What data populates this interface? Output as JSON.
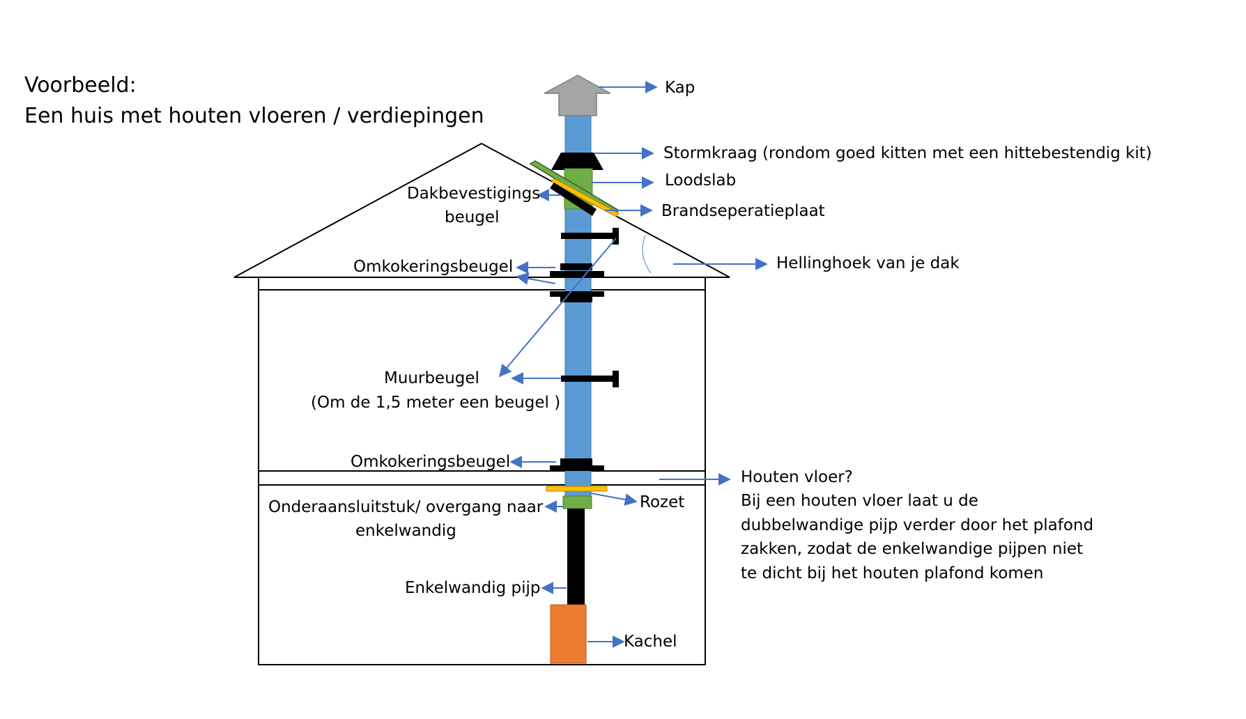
{
  "title": {
    "line1": "Voorbeeld:",
    "line2": "Een huis met houten vloeren / verdiepingen"
  },
  "labels": {
    "kap": "Kap",
    "stormkraag": "Stormkraag (rondom goed kitten met een hittebestendig kit)",
    "loodslab": "Loodslab",
    "dakbevestiging_1": "Dakbevestigings",
    "dakbevestiging_2": "beugel",
    "brandseperatieplaat": "Brandseperatieplaat",
    "omkokering_top": "Omkokeringsbeugel",
    "hellinghoek": "Hellinghoek van je dak",
    "muurbeugel_1": "Muurbeugel",
    "muurbeugel_2": "(Om de 1,5 meter een beugel )",
    "omkokering_bottom": "Omkokeringsbeugel",
    "rozet": "Rozet",
    "onderaansluit_1": "Onderaansluitstuk/ overgang naar",
    "onderaansluit_2": "enkelwandig",
    "enkelwandig": "Enkelwandig pijp",
    "kachel": "Kachel"
  },
  "note": {
    "line1": "Houten vloer?",
    "line2": "Bij een houten vloer laat u de",
    "line3": "dubbelwandige pijp verder door het plafond",
    "line4": "zakken, zodat de enkelwandige pijpen niet",
    "line5": "te dicht bij het houten plafond komen"
  },
  "colors": {
    "pipe": "#5b9bd5",
    "hood": "#a5a5a5",
    "green": "#70ad47",
    "yellow": "#ffc000",
    "stove": "#ed7d31",
    "arrow": "#4472c4",
    "black": "#000000"
  }
}
